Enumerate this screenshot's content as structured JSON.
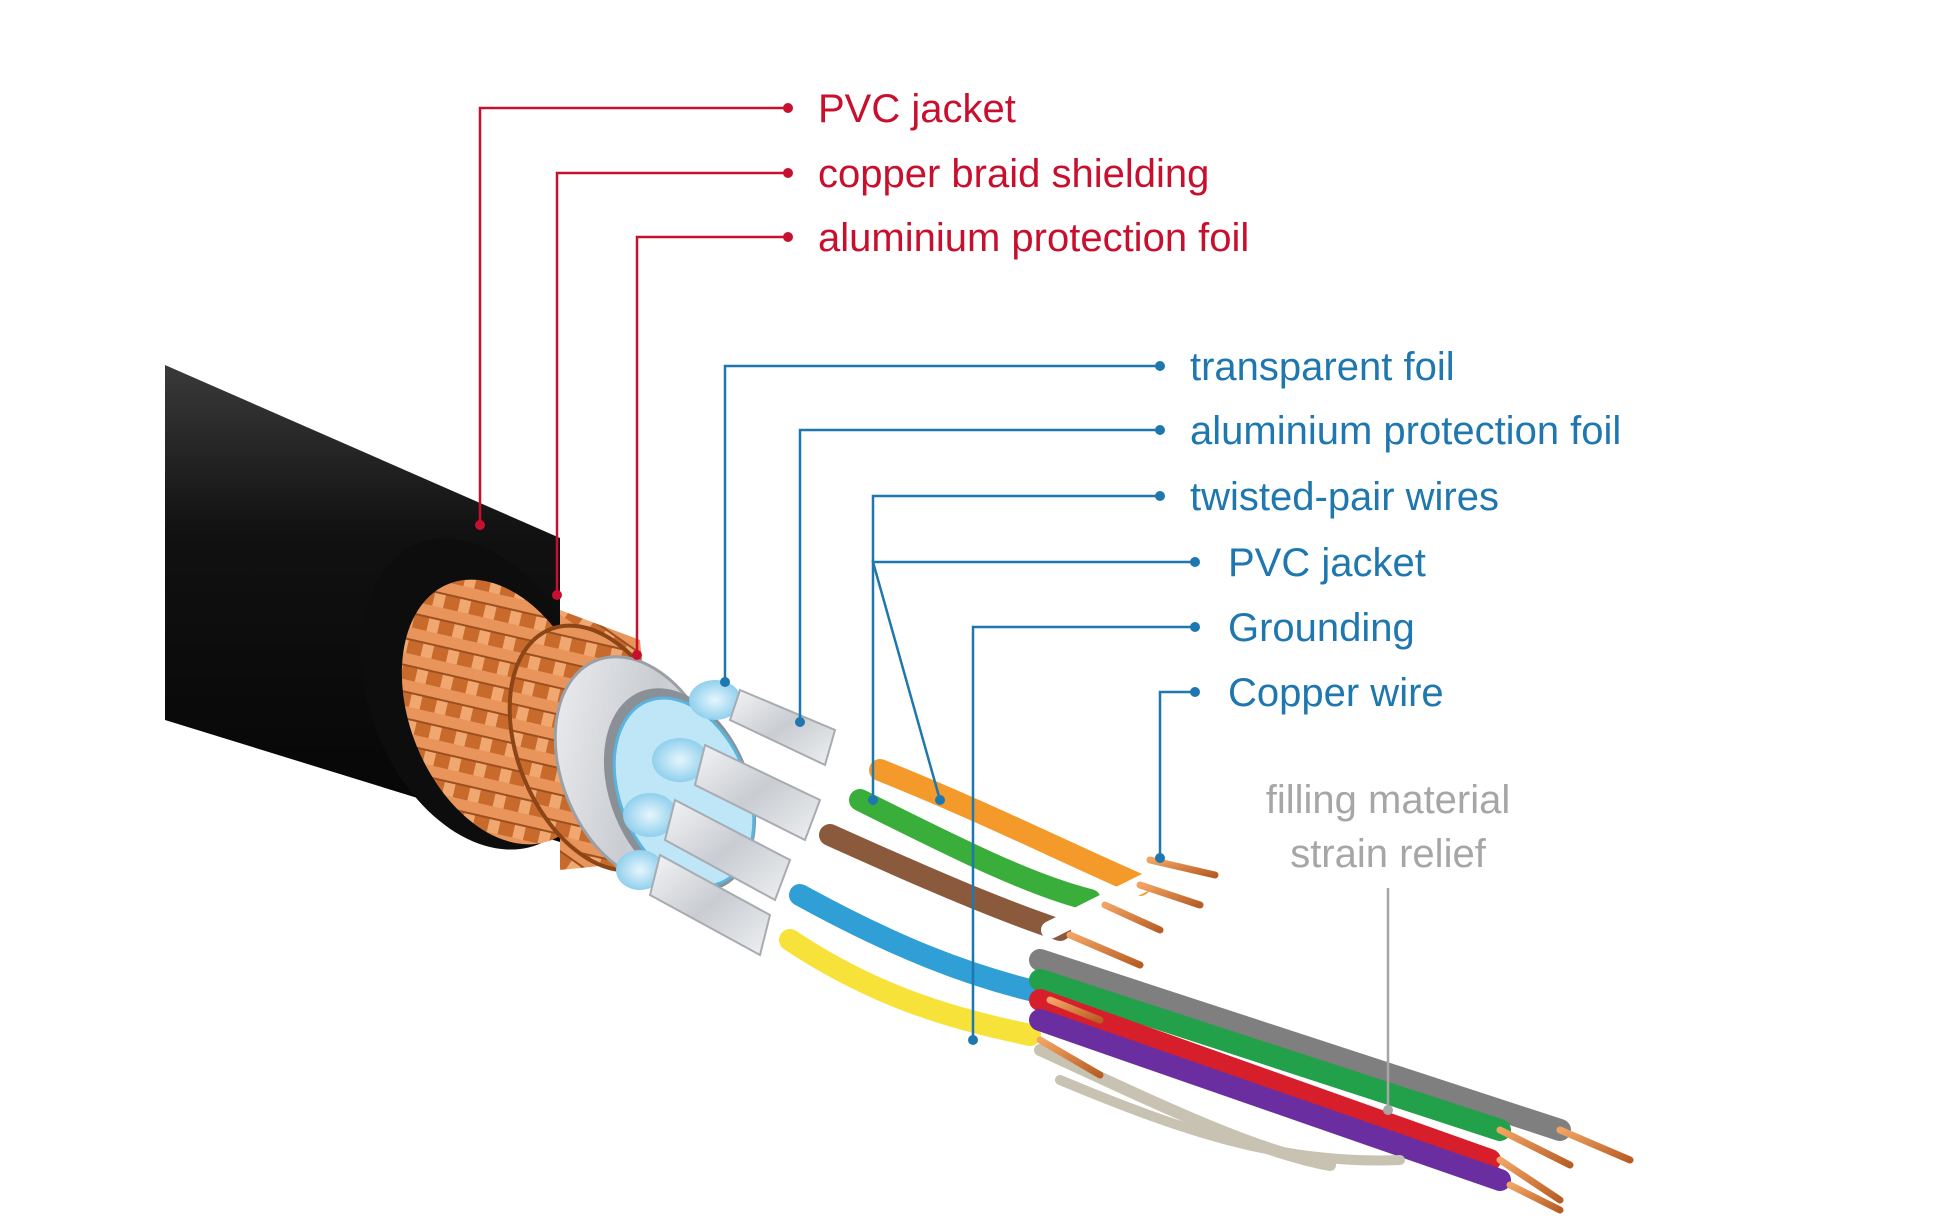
{
  "colors": {
    "red": "#c8102e",
    "blue": "#1f77b0",
    "gray": "#a6a6a6",
    "jacket": "#1a1a1a",
    "copper": "#d77a3c",
    "foil": "#d4d7db",
    "transparent_foil": "#a9dcf2"
  },
  "labels": {
    "outer": [
      "PVC jacket",
      "copper braid shielding",
      "aluminium protection foil"
    ],
    "inner": [
      "transparent foil",
      "aluminium protection foil",
      "twisted-pair wires",
      "PVC jacket",
      "Grounding",
      "Copper wire"
    ],
    "filling": [
      "filling material",
      "strain relief"
    ]
  }
}
